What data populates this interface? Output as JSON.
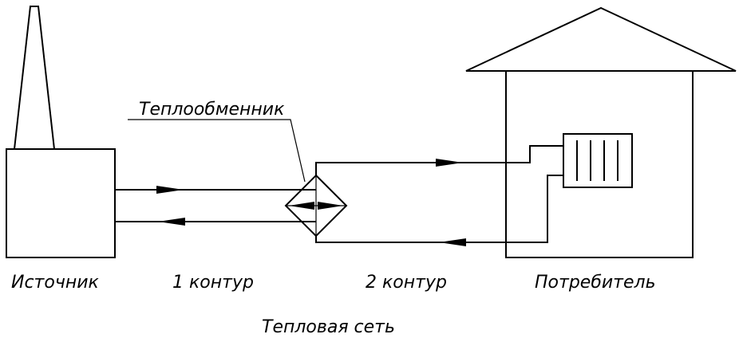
{
  "labels": {
    "heat_exchanger": "Теплообменник",
    "source": "Источник",
    "circuit_1": "1 контур",
    "circuit_2": "2 контур",
    "consumer": "Потребитель",
    "heat_network": "Тепловая сеть"
  }
}
